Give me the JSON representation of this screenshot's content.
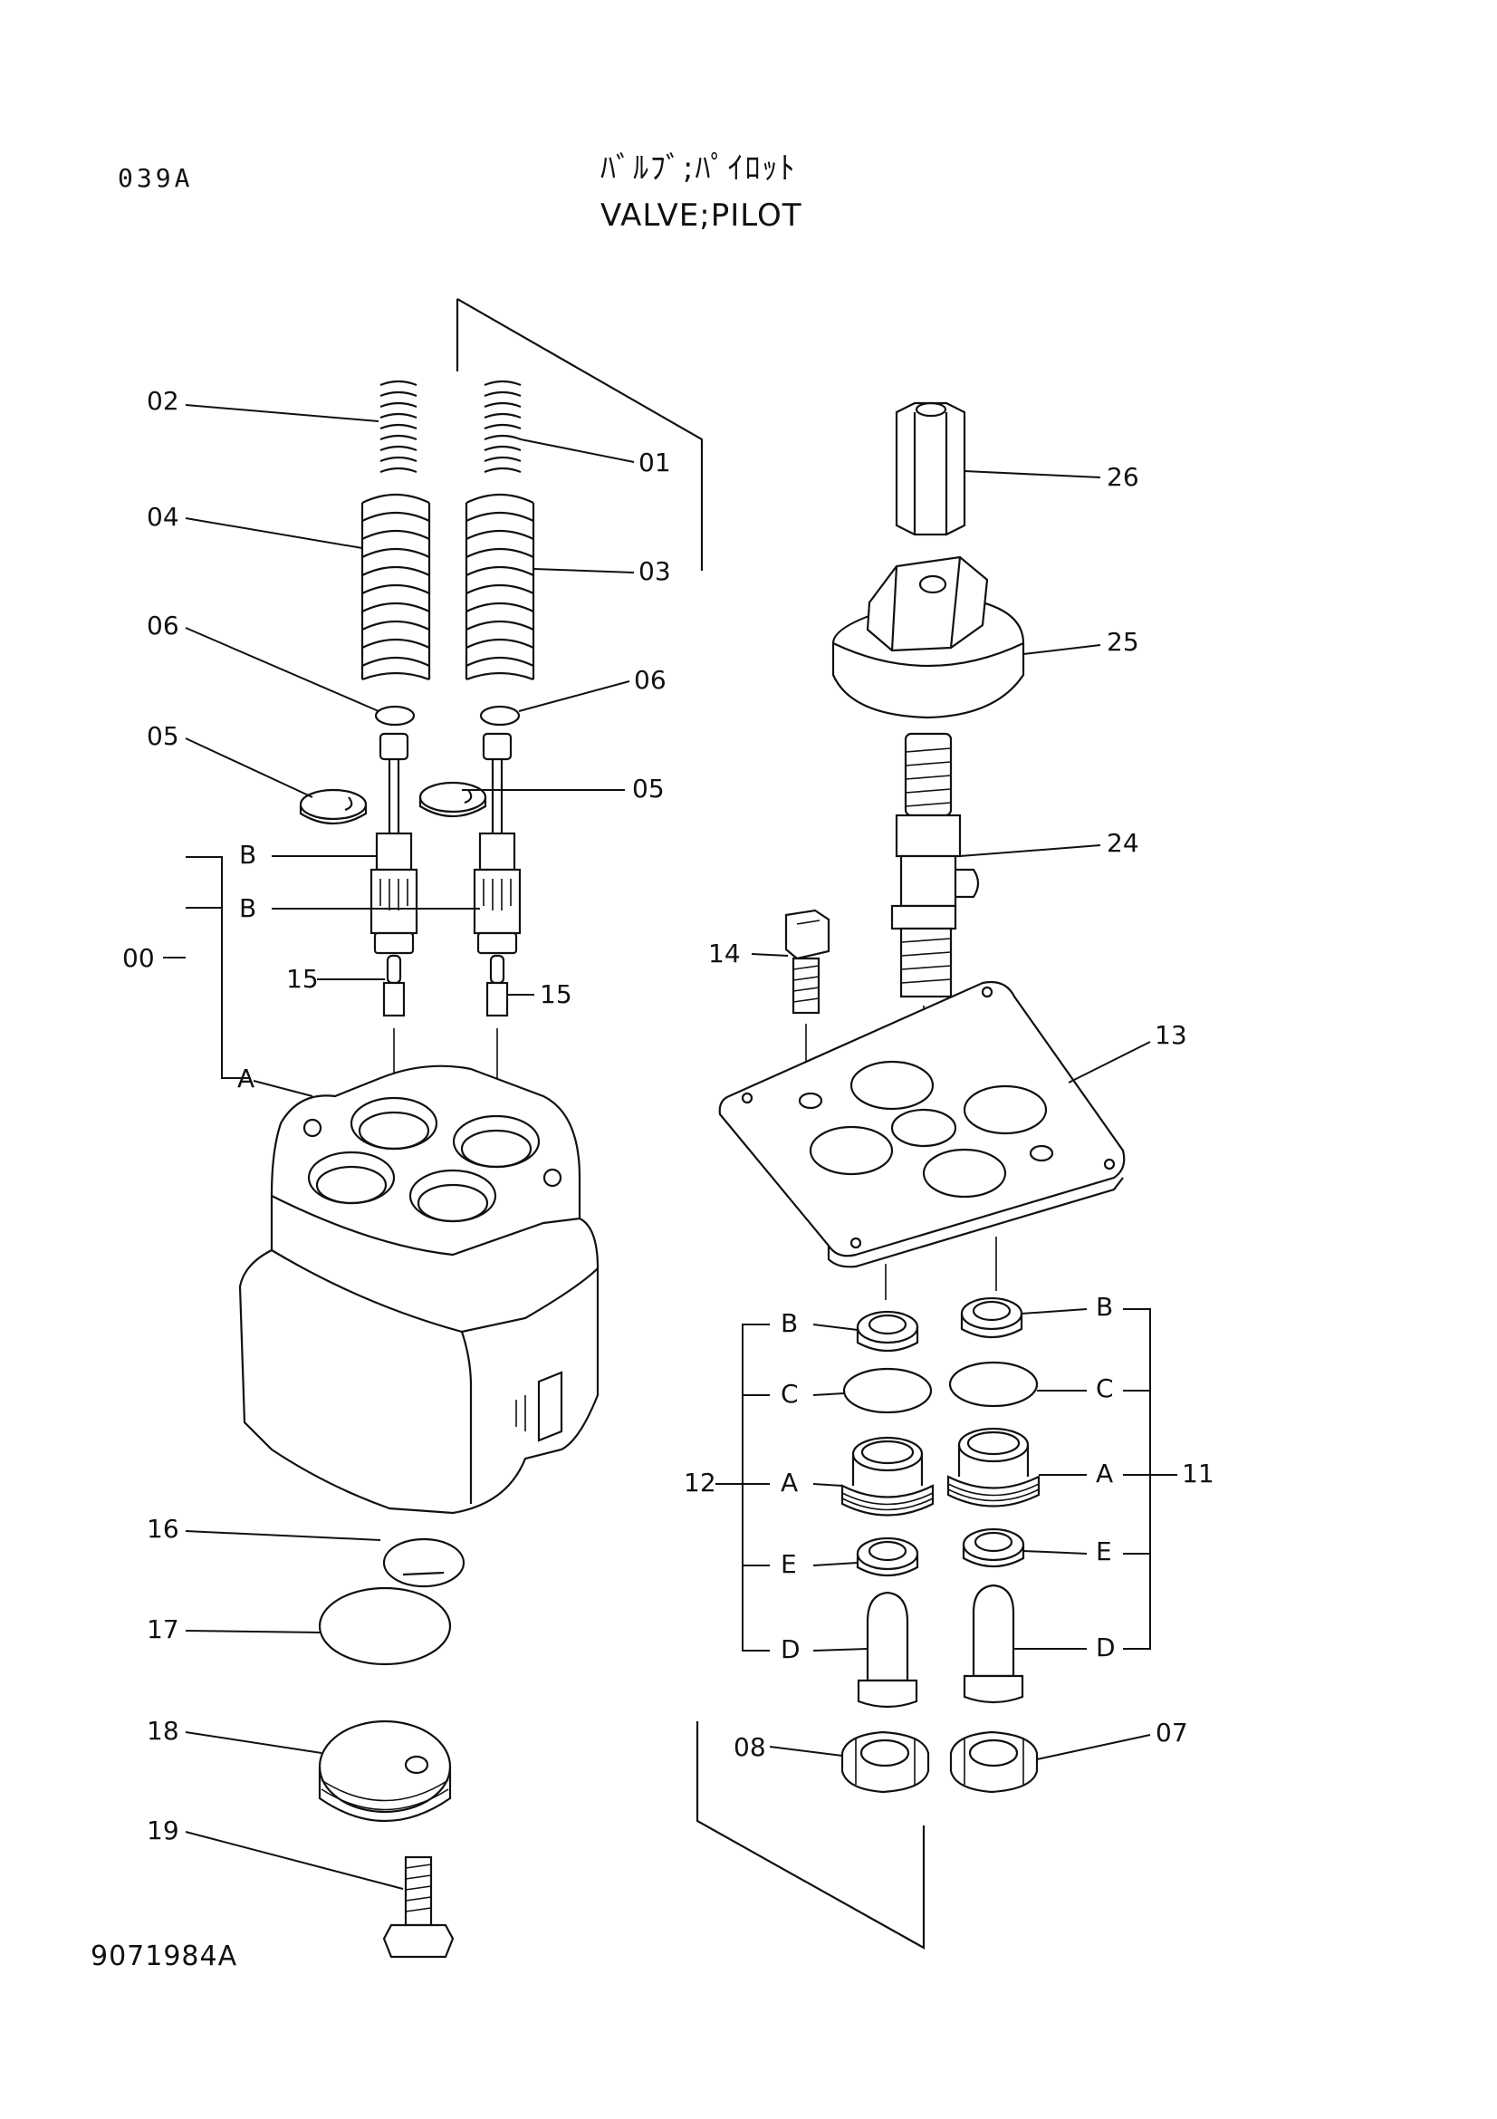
{
  "header": {
    "page_code": "039A",
    "title_jp": "ﾊﾞﾙﾌﾞ;ﾊﾟｲﾛｯﾄ",
    "title_en": "VALVE;PILOT"
  },
  "footer": {
    "drawing_number": "9071984A"
  },
  "callouts": {
    "c01": "01",
    "c02": "02",
    "c03": "03",
    "c04": "04",
    "c05a": "05",
    "c05b": "05",
    "c06a": "06",
    "c06b": "06",
    "c07": "07",
    "c08": "08",
    "c00": "00",
    "c11": "11",
    "c12": "12",
    "c13": "13",
    "c14": "14",
    "c15a": "15",
    "c15b": "15",
    "c16": "16",
    "c17": "17",
    "c18": "18",
    "c19": "19",
    "c24": "24",
    "c25": "25",
    "c26": "26",
    "sA_left": "A",
    "sB_left1": "B",
    "sB_left2": "B",
    "s12B": "B",
    "s12C": "C",
    "s12A": "A",
    "s12E": "E",
    "s12D": "D",
    "s11B": "B",
    "s11C": "C",
    "s11A": "A",
    "s11E": "E",
    "s11D": "D"
  }
}
